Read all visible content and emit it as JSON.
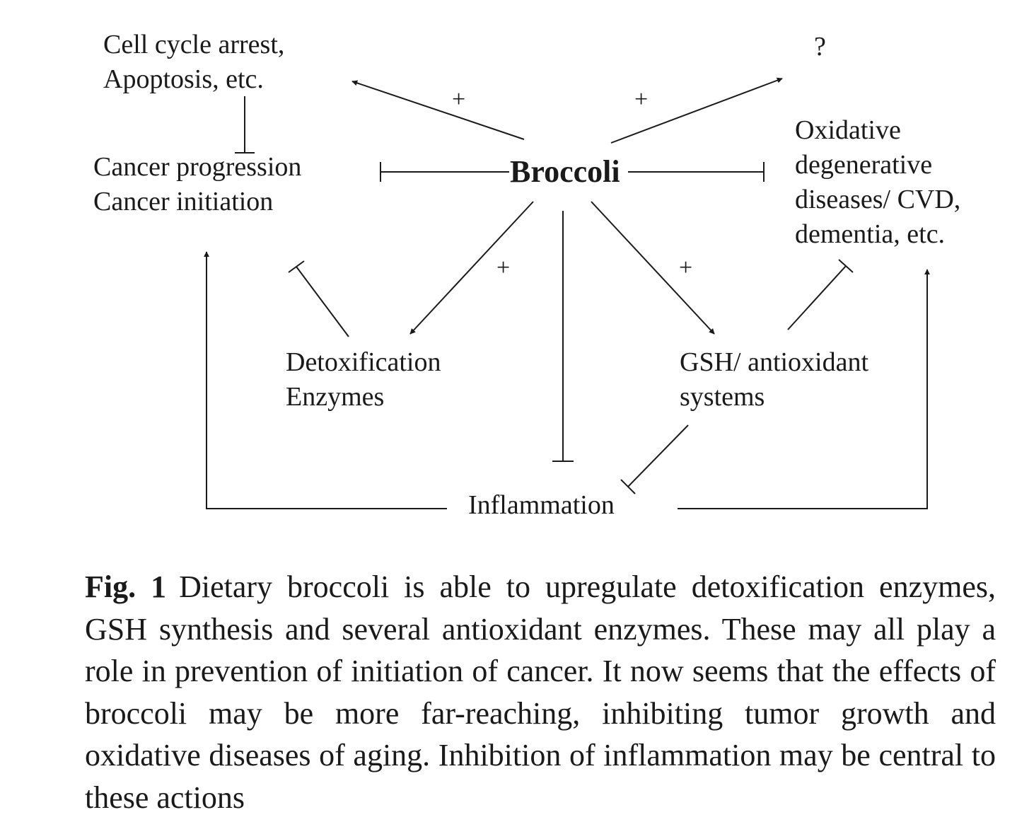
{
  "diagram": {
    "center": "Broccoli",
    "nodes": {
      "cell_cycle": [
        "Cell cycle arrest,",
        "Apoptosis, etc."
      ],
      "cancer": [
        "Cancer progression",
        "Cancer initiation"
      ],
      "unknown": "?",
      "oxidative": [
        "Oxidative",
        "degenerative",
        "diseases/ CVD,",
        "dementia, etc."
      ],
      "detox": [
        "Detoxification",
        "Enzymes"
      ],
      "gsh": [
        "GSH/ antioxidant",
        "systems"
      ],
      "inflammation": "Inflammation"
    },
    "signs": {
      "to_cell_cycle": "+",
      "to_unknown": "+",
      "to_detox": "+",
      "to_gsh": "+"
    }
  },
  "caption": {
    "label": "Fig. 1",
    "text": "Dietary broccoli is able to upregulate detoxification enzymes, GSH synthesis and several antioxidant enzymes. These may all play a role in prevention of initiation of cancer. It now seems that the effects of broccoli may be more far-reaching, inhibiting tumor growth and oxidative diseases of aging. Inhibition of inflammation may be central to these actions"
  }
}
